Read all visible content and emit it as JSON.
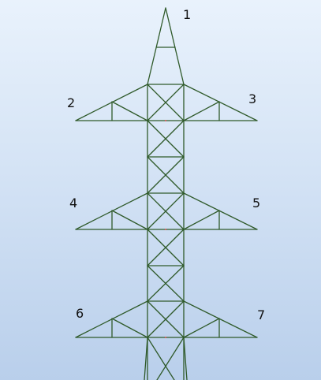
{
  "diagram": {
    "colors": {
      "background_top": "#e9f2fc",
      "background_bottom": "#b9cfeb",
      "member": "#2f5a2a",
      "node_mark": "#e05050",
      "label": "#111111"
    },
    "attachment_labels": [
      "1",
      "2",
      "3",
      "4",
      "5",
      "6",
      "7"
    ]
  }
}
